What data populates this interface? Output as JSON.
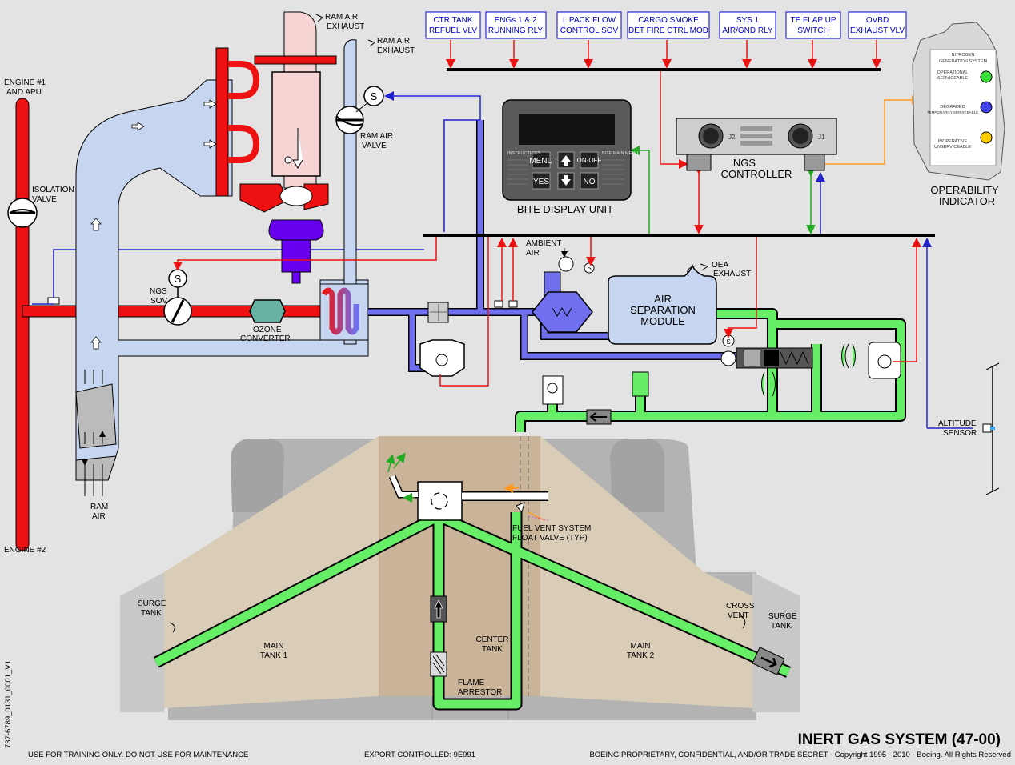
{
  "title": "INERT GAS SYSTEM (47-00)",
  "doc_id": "737-6789_0131_0001_V1",
  "footer": {
    "left": "USE FOR TRAINING ONLY. DO NOT USE FOR MAINTENANCE",
    "center": "EXPORT CONTROLLED: 9E991",
    "right": "BOEING PROPRIETARY, CONFIDENTIAL, AND/OR TRADE SECRET - Copyright 1995 - 2010 - Boeing. All Rights Reserved"
  },
  "input_boxes": [
    {
      "line1": "CTR TANK",
      "line2": "REFUEL VLV"
    },
    {
      "line1": "ENGs 1 & 2",
      "line2": "RUNNING RLY"
    },
    {
      "line1": "L PACK FLOW",
      "line2": "CONTROL SOV"
    },
    {
      "line1": "CARGO SMOKE",
      "line2": "DET FIRE CTRL MOD"
    },
    {
      "line1": "SYS 1",
      "line2": "AIR/GND RLY"
    },
    {
      "line1": "TE FLAP UP",
      "line2": "SWITCH"
    },
    {
      "line1": "OVBD",
      "line2": "EXHAUST VLV"
    }
  ],
  "labels": {
    "engine1_l1": "ENGINE #1",
    "engine1_l2": "AND APU",
    "engine2": "ENGINE #2",
    "isolation_l1": "ISOLATION",
    "isolation_l2": "VALVE",
    "ram_exhaust1_l1": "RAM AIR",
    "ram_exhaust1_l2": "EXHAUST",
    "ram_exhaust2_l1": "RAM AIR",
    "ram_exhaust2_l2": "EXHAUST",
    "ram_valve_l1": "RAM AIR",
    "ram_valve_l2": "VALVE",
    "ngs_sov_l1": "NGS",
    "ngs_sov_l2": "SOV",
    "ozone_l1": "OZONE",
    "ozone_l2": "CONVERTER",
    "ram_air_l1": "RAM",
    "ram_air_l2": "AIR",
    "ambient_l1": "AMBIENT",
    "ambient_l2": "AIR",
    "asm_l1": "AIR",
    "asm_l2": "SEPARATION",
    "asm_l3": "MODULE",
    "oea_l1": "OEA",
    "oea_l2": "EXHAUST",
    "bite": "BITE DISPLAY UNIT",
    "ngs_ctrl_l1": "NGS",
    "ngs_ctrl_l2": "CONTROLLER",
    "op_ind_l1": "OPERABILITY",
    "op_ind_l2": "INDICATOR",
    "altitude_l1": "ALTITUDE",
    "altitude_l2": "SENSOR",
    "fuel_vent_l1": "FUEL VENT SYSTEM",
    "fuel_vent_l2": "FLOAT VALVE (TYP)",
    "surge_left_l1": "SURGE",
    "surge_left_l2": "TANK",
    "surge_right_l1": "SURGE",
    "surge_right_l2": "TANK",
    "cross_vent_l1": "CROSS",
    "cross_vent_l2": "VENT",
    "main1_l1": "MAIN",
    "main1_l2": "TANK 1",
    "main2_l1": "MAIN",
    "main2_l2": "TANK 2",
    "center_l1": "CENTER",
    "center_l2": "TANK",
    "flame_l1": "FLAME",
    "flame_l2": "ARRESTOR",
    "s": "S",
    "j1": "J1",
    "j2": "J2"
  },
  "bite_unit": {
    "buttons": [
      "MENU",
      "ON-OFF",
      "YES",
      "NO"
    ],
    "instructions_title": "INSTRUCTIONS",
    "menu_title": "BITE MAIN MENU"
  },
  "indicator": {
    "header_l1": "NITROGEN",
    "header_l2": "GENERATION SYSTEM",
    "states": [
      {
        "l1": "OPERATIONAL",
        "l2": "SERVICEABLE",
        "color": "#33dd33"
      },
      {
        "l1": "DEGRADED",
        "l2": "TEMPORARILY SERVICEABLE",
        "color": "#4444ee"
      },
      {
        "l1": "INOPERATIVE",
        "l2": "UNSERVICEABLE",
        "color": "#ffcc00"
      }
    ]
  },
  "colors": {
    "bleed_hot": "#ee1111",
    "ram_air": "#c6d6f0",
    "cooled_air": "#7070ee",
    "nitrogen": "#66ee66",
    "discrete_signal": "#ee1111",
    "data_bus": "#2222cc",
    "bite_link": "#22aa22",
    "indicator_link": "#ff9922",
    "tank_fill": "#d9cdb8",
    "center_tank": "#c9b49a",
    "body_gray": "#b3b3b3"
  }
}
